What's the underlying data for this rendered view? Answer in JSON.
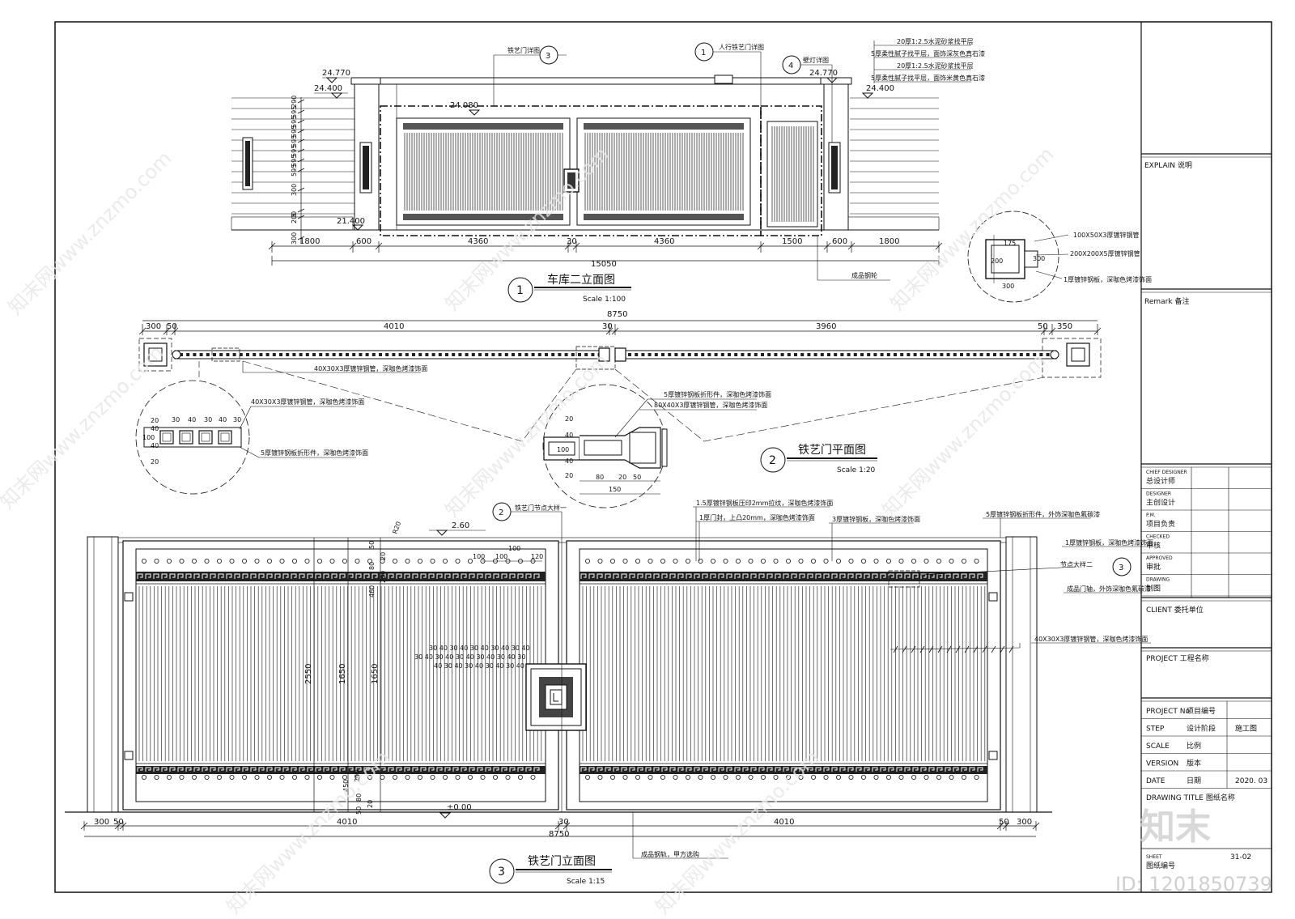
{
  "elevation_garage": {
    "title": "车库二立面图",
    "number": "1",
    "scale": "Scale  1:100",
    "levels": [
      "24.770",
      "24.400",
      "24.080",
      "21.400",
      "24.770",
      "24.400"
    ],
    "dims_bottom": [
      "1800",
      "600",
      "4360",
      "30",
      "4360",
      "1500",
      "600",
      "1800"
    ],
    "dim_total": "15050",
    "dims_left": [
      "290",
      "595",
      "595",
      "595",
      "595",
      "595",
      "595",
      "595",
      "300",
      "5",
      "200",
      "300"
    ],
    "labels": {
      "iron_gate_detail": "铁艺门详图",
      "iron_gate_detail_no": "3",
      "pedestrian_gate_detail": "人行铁艺门详图",
      "pedestrian_gate_detail_no": "1",
      "lamp_detail": "壁灯详图",
      "lamp_detail_no": "4",
      "product_wheel": "成品钢轮"
    },
    "notes_right": [
      "20厚1:2.5水泥砂浆找平层",
      "5厚柔性腻子找平层，面饰深灰色真石漆",
      "20厚1:2.5水泥砂浆找平层",
      "5厚柔性腻子找平层，面饰米黄色真石漆"
    ]
  },
  "column_detail": {
    "dims": [
      "175",
      "200",
      "300",
      "300"
    ],
    "notes": [
      "100X50X3厚镀锌钢管",
      "200X200X5厚镀锌钢管",
      "1厚镀锌钢板，深咖色烤漆饰面"
    ]
  },
  "plan": {
    "title": "铁艺门平面图",
    "number": "2",
    "scale": "Scale  1:20",
    "dim_total": "8750",
    "dims": [
      "300",
      "50",
      "4010",
      "30",
      "3960",
      "50",
      "350"
    ],
    "note_main": "40X30X3厚镀锌钢管，深咖色烤漆饰面",
    "detail_a": {
      "dims_top": [
        "30",
        "40",
        "30",
        "40",
        "30"
      ],
      "dims_left": [
        "20",
        "40",
        "100",
        "40",
        "20"
      ],
      "notes": [
        "40X30X3厚镀锌钢管，深咖色烤漆饰面",
        "5厚镀锌钢板折形件，深咖色烤漆饰面"
      ]
    },
    "detail_b": {
      "dims_bottom": [
        "80",
        "20",
        "50"
      ],
      "dim_total": "150",
      "dims_left": [
        "20",
        "40",
        "100",
        "40",
        "20"
      ],
      "notes": [
        "5厚镀锌钢板折形件，深咖色烤漆饰面",
        "80X40X3厚镀锌钢管，深咖色烤漆饰面"
      ]
    }
  },
  "gate_elevation": {
    "title": "铁艺门立面图",
    "number": "3",
    "scale": "Scale  1:15",
    "levels": [
      "2.60",
      "±0.00"
    ],
    "dims_bottom": [
      "300",
      "50",
      "4010",
      "30",
      "4010",
      "50",
      "300"
    ],
    "dim_total": "8750",
    "dims_vertical": [
      "2550",
      "1650",
      "1650"
    ],
    "dims_top_stack": [
      "50",
      "20",
      "80",
      "200",
      "460"
    ],
    "dims_bottom_stack": [
      "450",
      "200",
      "80",
      "20",
      "50"
    ],
    "radius": "R20",
    "spacing_top": [
      "100",
      "100",
      "100",
      "120"
    ],
    "slat_dims_a": "30 40 30 40 30 40 30 40 30 40",
    "slat_dims_b": "30 40 30 40 30 40 30 40 30 40 30",
    "slat_dims_c": "40 30 40 30 40 30 40 30 40",
    "node_detail_label": "铁艺门节点大样一",
    "node_detail_no": "2",
    "node_two_label": "节点大样二",
    "node_two_no": "3",
    "product_rail": "成品钢轨，甲方选购",
    "notes": [
      "1.5厚镀锌钢板压印2mm拉纹，深咖色烤漆饰面",
      "1厚门封，上凸20mm，深咖色烤漆饰面",
      "3厚镀锌钢板，深咖色烤漆饰面",
      "5厚镀锌钢板折形件，外饰深咖色氟碳漆",
      "1厚镀锌钢板，深咖色烤漆饰面",
      "成品门轴，外饰深咖色氟碳漆",
      "40X30X3厚镀锌钢管，深咖色烤漆饰面"
    ]
  },
  "title_block": {
    "explain": "EXPLAIN  说明",
    "remark": "Remark  备注",
    "roles": [
      {
        "en": "CHIEF DESIGNER",
        "cn": "总设计师"
      },
      {
        "en": "DESIGNER",
        "cn": "主创设计"
      },
      {
        "en": "P.M.",
        "cn": "项目负责"
      },
      {
        "en": "CHECKED",
        "cn": "审核"
      },
      {
        "en": "APPROVED",
        "cn": "审批"
      },
      {
        "en": "DRAWING",
        "cn": "制图"
      }
    ],
    "client": "CLIENT   委托单位",
    "project": "PROJECT 工程名称",
    "rows": [
      {
        "en": "PROJECT No",
        "cn": "项目编号",
        "value": ""
      },
      {
        "en": "STEP",
        "cn": "设计阶段",
        "value": "施工图"
      },
      {
        "en": "SCALE",
        "cn": "比例",
        "value": ""
      },
      {
        "en": "VERSION",
        "cn": "版本",
        "value": ""
      },
      {
        "en": "DATE",
        "cn": "日期",
        "value": "2020. 03"
      }
    ],
    "drawing_title": "DRAWING TITLE  图纸名称",
    "sheet_en": "SHEET",
    "sheet_cn": "图纸编号",
    "sheet_no": "31-02"
  },
  "watermark": {
    "text": "知末网www.znzmo.com",
    "logo": "知末",
    "id": "ID: 1201850739"
  }
}
